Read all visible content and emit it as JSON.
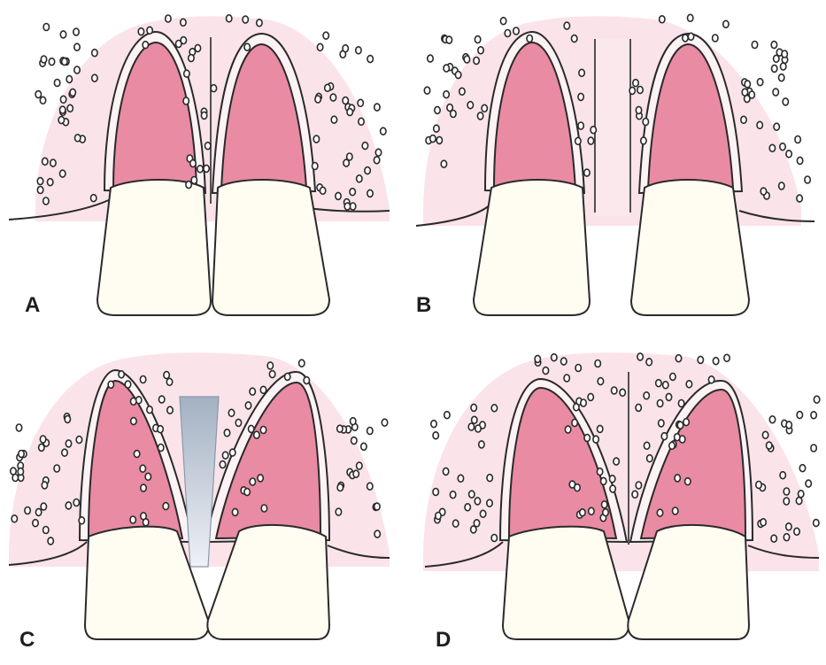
{
  "panels": [
    {
      "id": "A",
      "label": "A"
    },
    {
      "id": "B",
      "label": "B"
    },
    {
      "id": "C",
      "label": "C"
    },
    {
      "id": "D",
      "label": "D"
    }
  ],
  "colors": {
    "gum": "#fbe3ea",
    "root": "#e98ba3",
    "crown": "#fffcf2",
    "outline": "#2a2a2a",
    "plate": "#9aa8b8"
  }
}
